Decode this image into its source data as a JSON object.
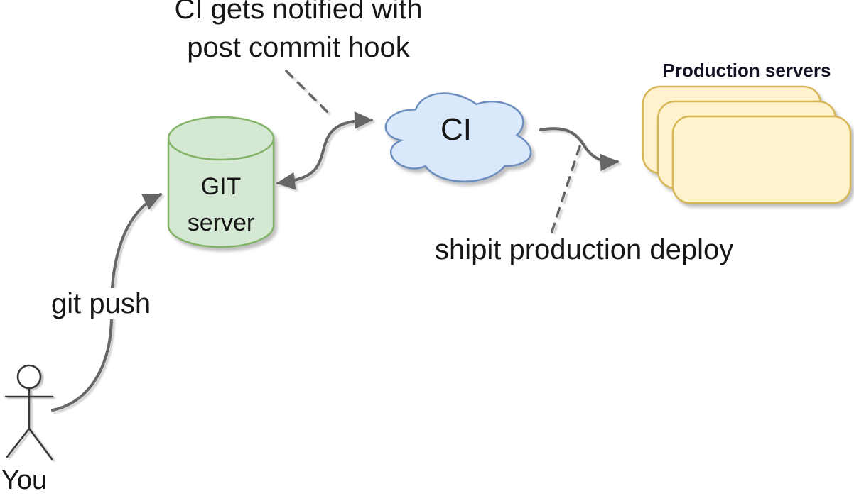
{
  "labels": {
    "notify": "CI gets notified with\npost commit hook",
    "git_push": "git push",
    "shipit": "shipit production deploy",
    "you": "You",
    "git_server": "GIT\nserver",
    "ci": "CI",
    "production_title": "Production servers"
  },
  "colors": {
    "git_server_fill": "#d5e8d4",
    "git_server_stroke": "#82b366",
    "ci_cloud_fill": "#dae8fc",
    "ci_cloud_stroke": "#6c8ebf",
    "production_fill": "#fff2cc",
    "production_stroke": "#d6b656",
    "arrow": "#666666",
    "dashed_line": "#666666",
    "stick_figure": "#383838",
    "text": "#161616"
  }
}
